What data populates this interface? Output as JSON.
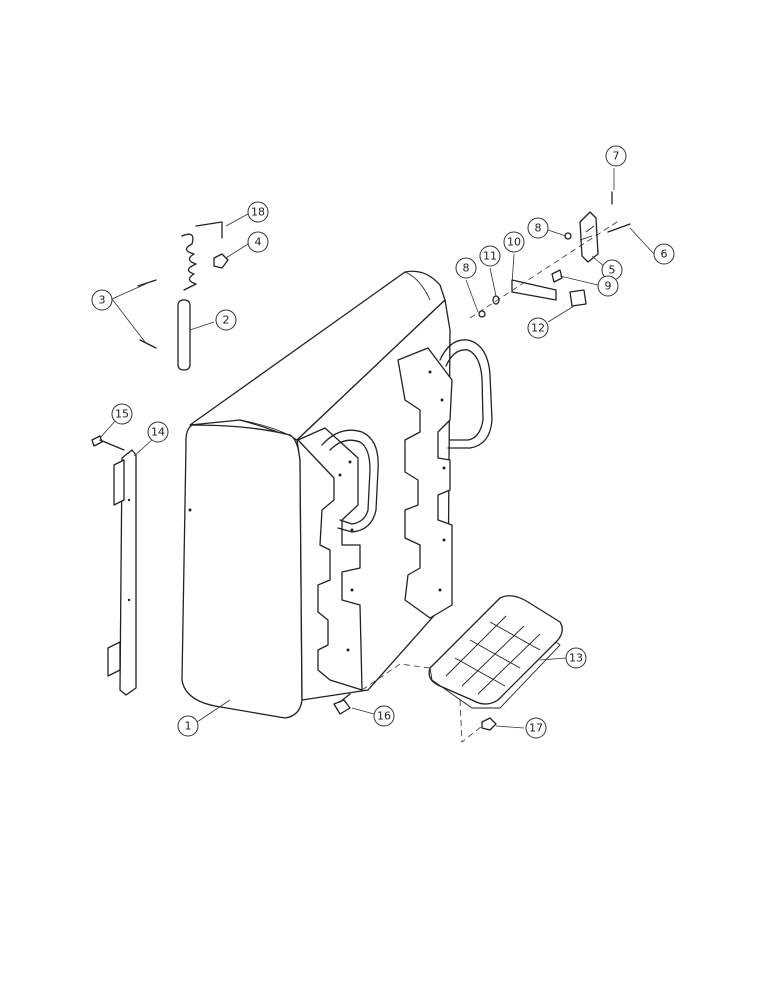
{
  "callouts": {
    "c1": "1",
    "c2": "2",
    "c3": "3",
    "c4": "4",
    "c5": "5",
    "c6": "6",
    "c7": "7",
    "c8a": "8",
    "c8b": "8",
    "c9": "9",
    "c10": "10",
    "c11": "11",
    "c12": "12",
    "c13": "13",
    "c14": "14",
    "c15": "15",
    "c16": "16",
    "c17": "17",
    "c18": "18"
  },
  "colors": {
    "line": "#222222",
    "background": "#ffffff"
  }
}
